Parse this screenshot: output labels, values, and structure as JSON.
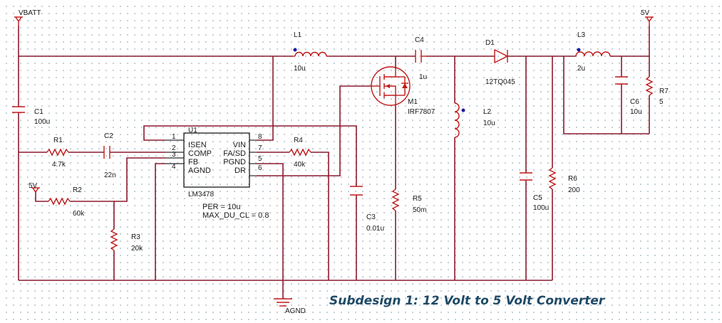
{
  "caption": "Subdesign 1: 12 Volt to 5 Volt Converter",
  "colors": {
    "wire": "#8b1a2e",
    "symbol": "#c01818",
    "text": "#1a1a1a",
    "caption": "#1f4a66",
    "dot": "#1a1aa0"
  },
  "nets": {
    "vbatt": "VBATT",
    "vout": "5V",
    "v5_in": "5V",
    "agnd": "AGND"
  },
  "ic": {
    "ref": "U1",
    "part": "LM3478",
    "left_pins": [
      {
        "num": "1",
        "name": "ISEN"
      },
      {
        "num": "2",
        "name": "COMP"
      },
      {
        "num": "3",
        "name": "FB"
      },
      {
        "num": "4",
        "name": "AGND"
      }
    ],
    "right_pins": [
      {
        "num": "8",
        "name": "VIN"
      },
      {
        "num": "7",
        "name": "FA/SD"
      },
      {
        "num": "5",
        "name": "PGND"
      },
      {
        "num": "6",
        "name": "DR"
      }
    ],
    "params": [
      "PER = 10u",
      "MAX_DU_CL = 0.8"
    ]
  },
  "components": {
    "C1": {
      "ref": "C1",
      "value": "100u"
    },
    "R1": {
      "ref": "R1",
      "value": "4.7k"
    },
    "C2": {
      "ref": "C2",
      "value": "22n"
    },
    "R2": {
      "ref": "R2",
      "value": "60k"
    },
    "R3": {
      "ref": "R3",
      "value": "20k"
    },
    "R4": {
      "ref": "R4",
      "value": "40k"
    },
    "L1": {
      "ref": "L1",
      "value": "10u"
    },
    "M1": {
      "ref": "M1",
      "value": "IRF7807"
    },
    "C3": {
      "ref": "C3",
      "value": "0.01u"
    },
    "R5": {
      "ref": "R5",
      "value": "50m"
    },
    "C4": {
      "ref": "C4",
      "value": "1u"
    },
    "L2": {
      "ref": "L2",
      "value": "10u"
    },
    "D1": {
      "ref": "D1",
      "value": "12TQ045"
    },
    "C5": {
      "ref": "C5",
      "value": "100u"
    },
    "R6": {
      "ref": "R6",
      "value": "200"
    },
    "L3": {
      "ref": "L3",
      "value": "2u"
    },
    "C6": {
      "ref": "C6",
      "value": "10u"
    },
    "R7": {
      "ref": "R7",
      "value": "5"
    }
  }
}
